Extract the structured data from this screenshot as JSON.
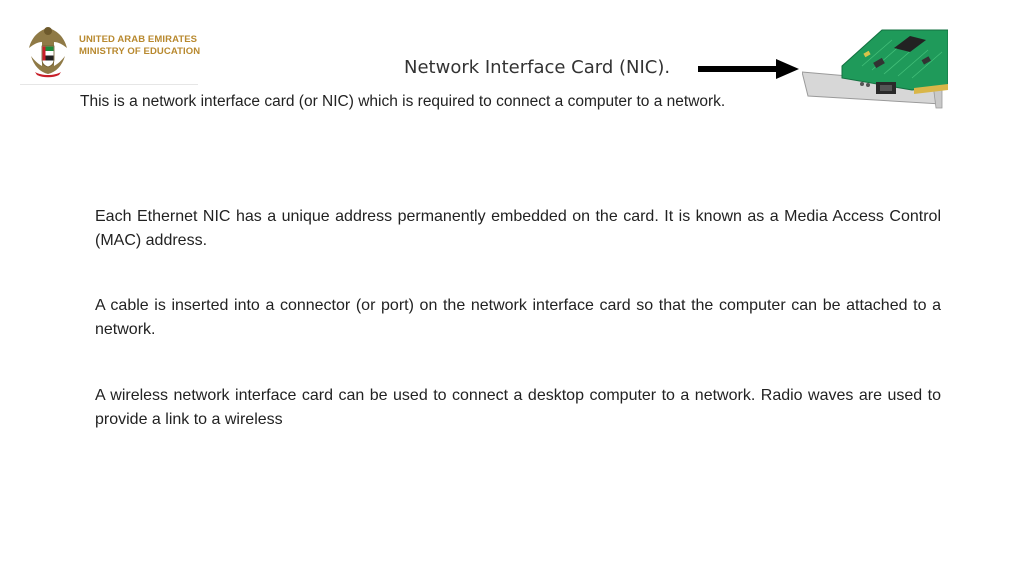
{
  "header": {
    "org_line1": "UNITED ARAB EMIRATES",
    "org_line2": "MINISTRY OF EDUCATION",
    "emblem_icon": "uae-emblem-falcon-icon"
  },
  "slide": {
    "title": "Network Interface Card (NIC).",
    "intro": "This is a network interface card (or NIC) which is required to connect a computer to a network.",
    "image_icon": "network-interface-card-icon",
    "paragraphs": [
      "Each Ethernet NIC has a unique address permanently embedded on the card. It is known as a Media Access Control (MAC) address.",
      "A cable is inserted into a connector (or port) on the network interface card so that the computer can be attached to a network.",
      "A wireless network interface card can be used to connect a desktop computer to a network. Radio waves are used to provide a link to a wireless"
    ]
  },
  "colors": {
    "brand_gold": "#b8892f",
    "text": "#222222",
    "pcb_green": "#1f9a5a"
  }
}
